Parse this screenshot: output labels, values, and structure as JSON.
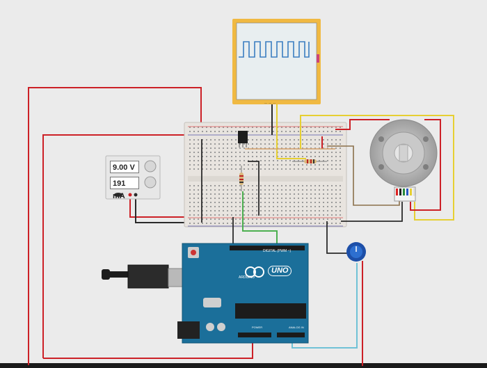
{
  "power_supply": {
    "voltage": "9.00 V",
    "current": "191 mA"
  },
  "oscilloscope": {
    "label": "— — —"
  },
  "arduino": {
    "model": "UNO",
    "brand": "ARDUINO",
    "digital_header": "DIGITAL (PWM ~)",
    "power_header": "POWER",
    "analog_header": "ANALOG IN"
  },
  "colors": {
    "breadboard": "#e8e4df",
    "board": "#1b6f9a",
    "scope_frame": "#f0b942",
    "wire_red": "#cc2026",
    "wire_black": "#2a2a2a",
    "wire_yellow": "#e6cf32",
    "wire_green": "#4caf50",
    "wire_cyan": "#6fc1d6"
  },
  "icons": [
    "breadboard",
    "power-supply",
    "oscilloscope",
    "dc-motor",
    "potentiometer",
    "arduino-uno",
    "usb-cable",
    "transistor",
    "resistor"
  ]
}
